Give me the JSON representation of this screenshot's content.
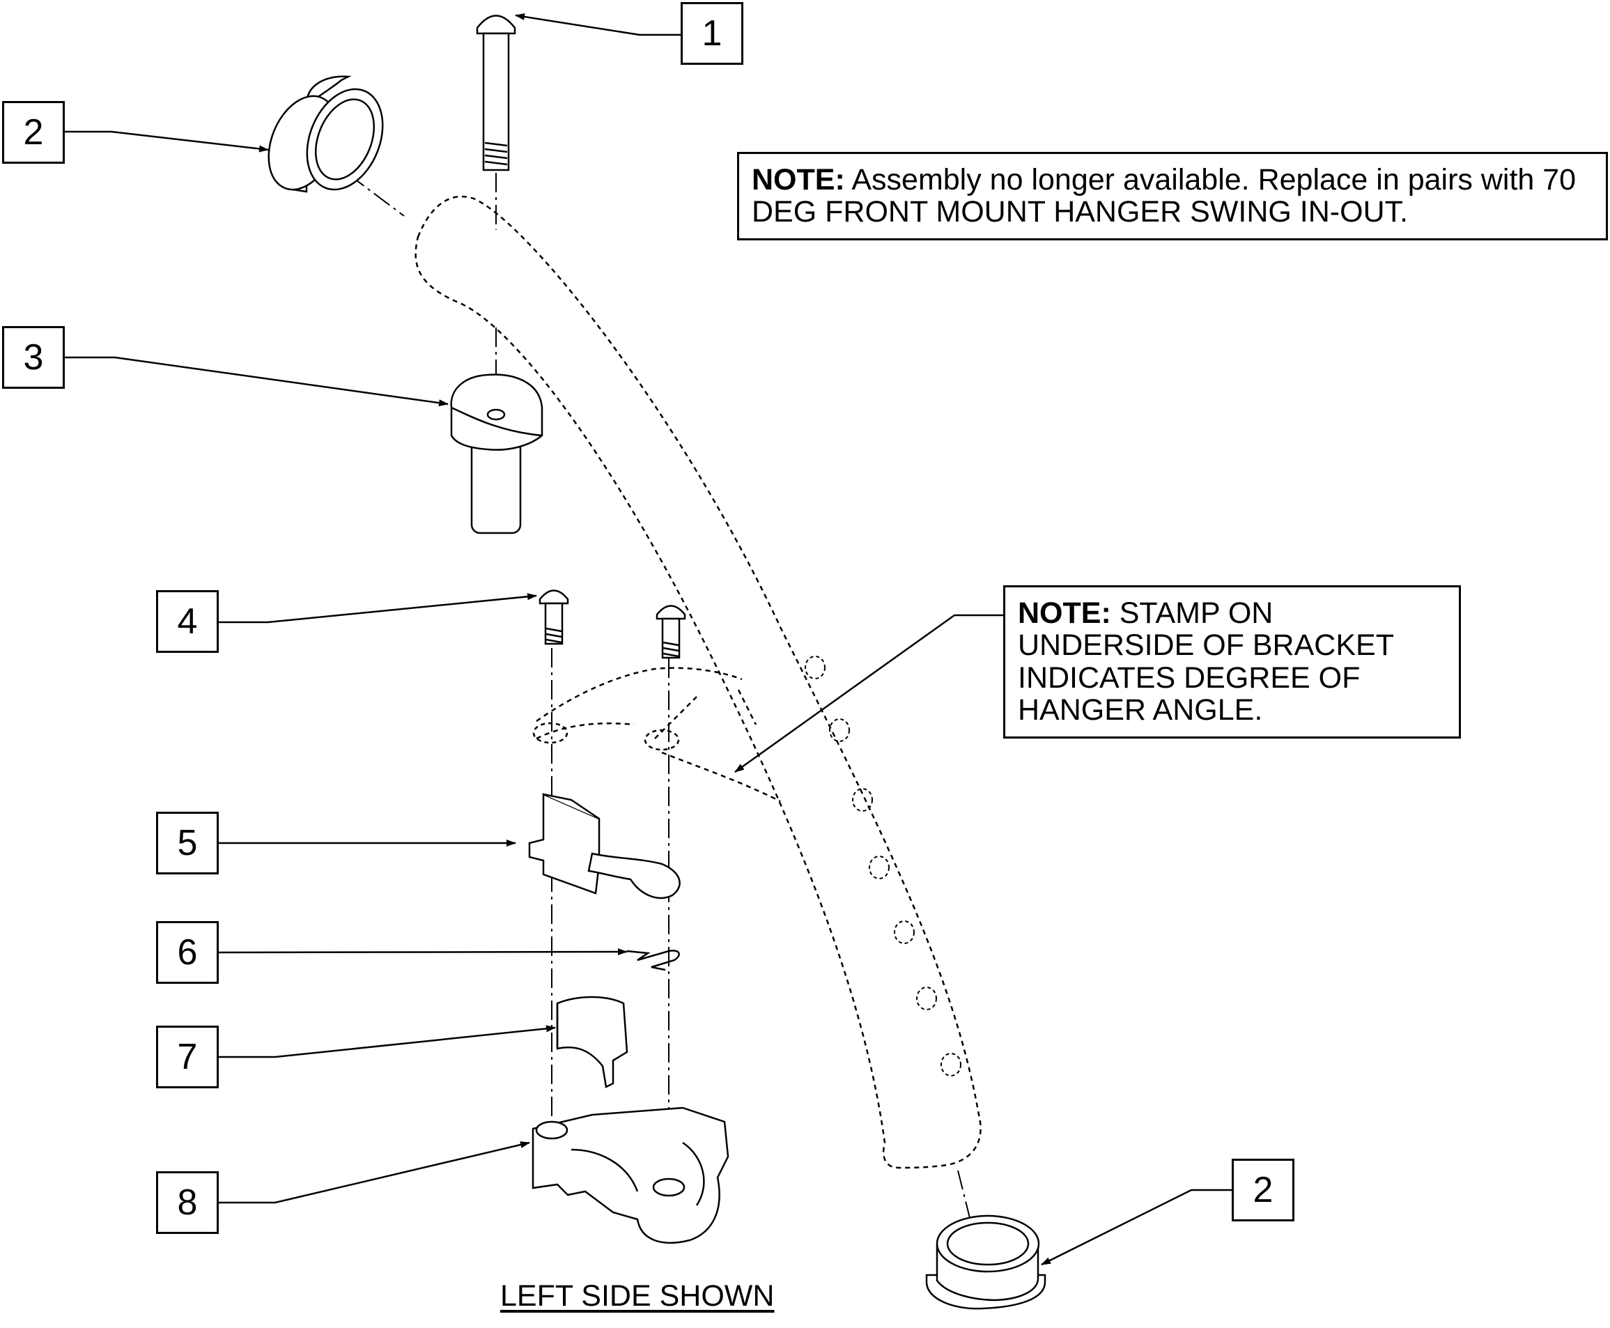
{
  "callouts": [
    {
      "id": "callout-1",
      "label": "1"
    },
    {
      "id": "callout-2-top",
      "label": "2"
    },
    {
      "id": "callout-3",
      "label": "3"
    },
    {
      "id": "callout-4",
      "label": "4"
    },
    {
      "id": "callout-5",
      "label": "5"
    },
    {
      "id": "callout-6",
      "label": "6"
    },
    {
      "id": "callout-7",
      "label": "7"
    },
    {
      "id": "callout-8",
      "label": "8"
    },
    {
      "id": "callout-2-bottom",
      "label": "2"
    }
  ],
  "note_assembly": {
    "prefix": "NOTE:",
    "text": " Assembly no longer available. Replace in pairs with 70 DEG FRONT MOUNT HANGER SWING IN-OUT."
  },
  "note_stamp": {
    "prefix": "NOTE:",
    "text": " STAMP ON UNDERSIDE OF BRACKET INDICATES DEGREE OF HANGER ANGLE."
  },
  "caption": "LEFT SIDE SHOWN"
}
